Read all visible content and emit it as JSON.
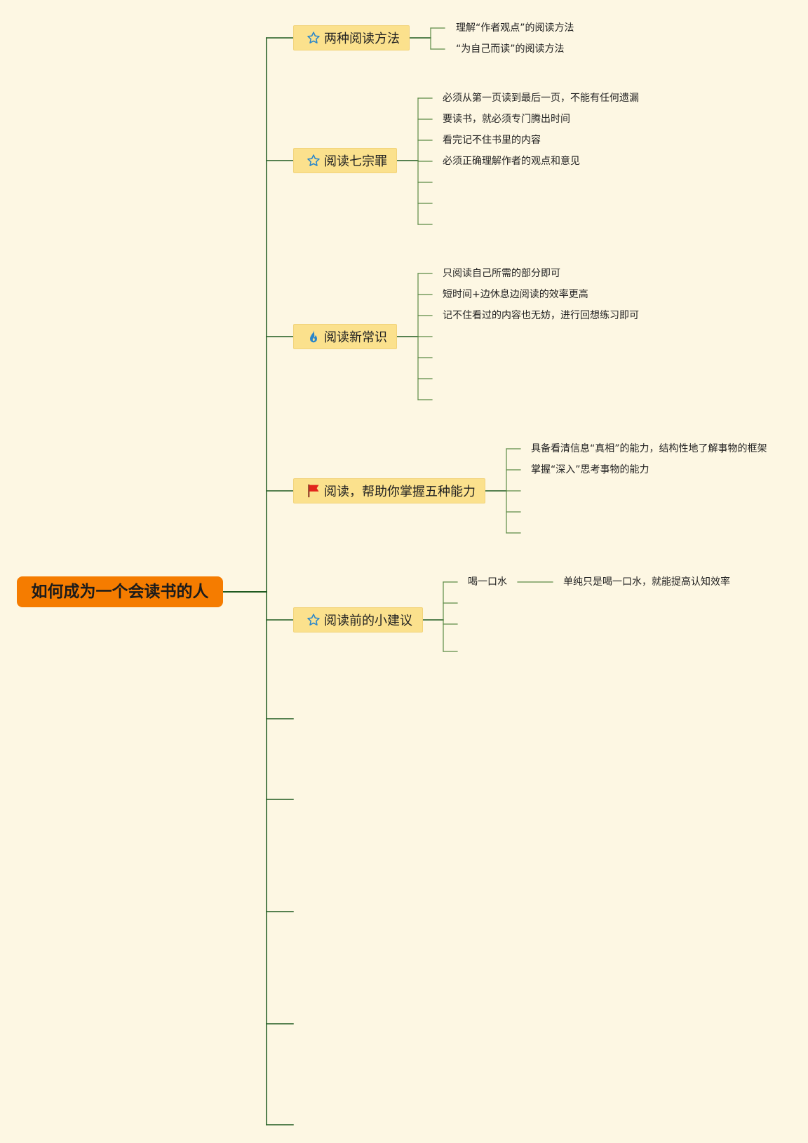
{
  "root": {
    "label": "如何成为一个会读书的人"
  },
  "branches": [
    {
      "label": "两种阅读方法",
      "icon": "star-outline-icon",
      "items": [
        "理解“作者观点”的阅读方法",
        "“为自己而读”的阅读方法"
      ]
    },
    {
      "label": "阅读七宗罪",
      "icon": "star-outline-icon",
      "items": [
        "必须从第一页读到最后一页，不能有任何遗漏",
        "要读书，就必须专门腾出时间",
        "看完记不住书里的内容",
        "必须正确理解作者的观点和意见",
        "",
        "",
        ""
      ]
    },
    {
      "label": "阅读新常识",
      "icon": "fire-icon",
      "items": [
        "只阅读自己所需的部分即可",
        "短时间+边休息边阅读的效率更高",
        "记不住看过的内容也无妨，进行回想练习即可",
        "",
        "",
        "",
        ""
      ]
    },
    {
      "label": "阅读，帮助你掌握五种能力",
      "icon": "red-flag-icon",
      "items": [
        "具备看清信息“真相”的能力，结构性地了解事物的框架",
        "掌握“深入”思考事物的能力",
        "",
        "",
        ""
      ]
    },
    {
      "label": "阅读前的小建议",
      "icon": "star-outline-icon",
      "items": [
        "喝一口水",
        "",
        "",
        ""
      ],
      "sub": {
        "text": "单纯只是喝一口水，就能提高认知效率"
      }
    }
  ],
  "colors": {
    "background": "#fdf7e3",
    "root": "#f57c00",
    "branch": "#fbe18d",
    "connector_main": "#1f5a1f",
    "connector_leaf": "#5b8a45"
  }
}
